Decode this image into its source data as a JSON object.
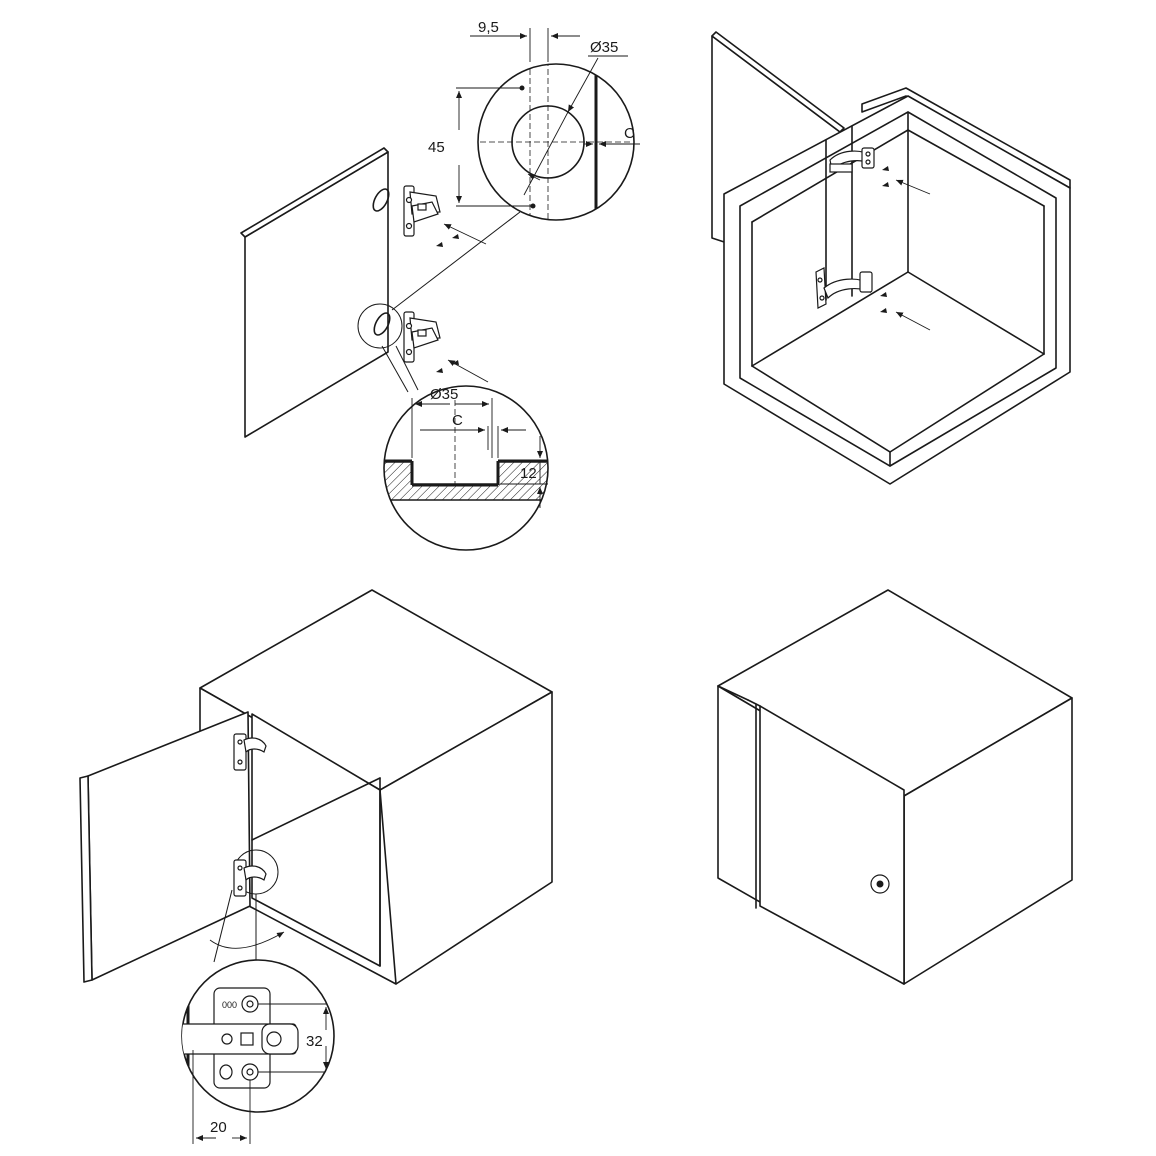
{
  "dimensions": {
    "pitch_offset": "9,5",
    "cup_diameter_top": "Ø35",
    "screw_spacing": "45",
    "edge_distance_top": "C",
    "cup_diameter_section": "Ø35",
    "edge_distance_section": "C",
    "cup_depth": "12",
    "plate_height": "32",
    "plate_offset": "20"
  },
  "plate_label": "000"
}
